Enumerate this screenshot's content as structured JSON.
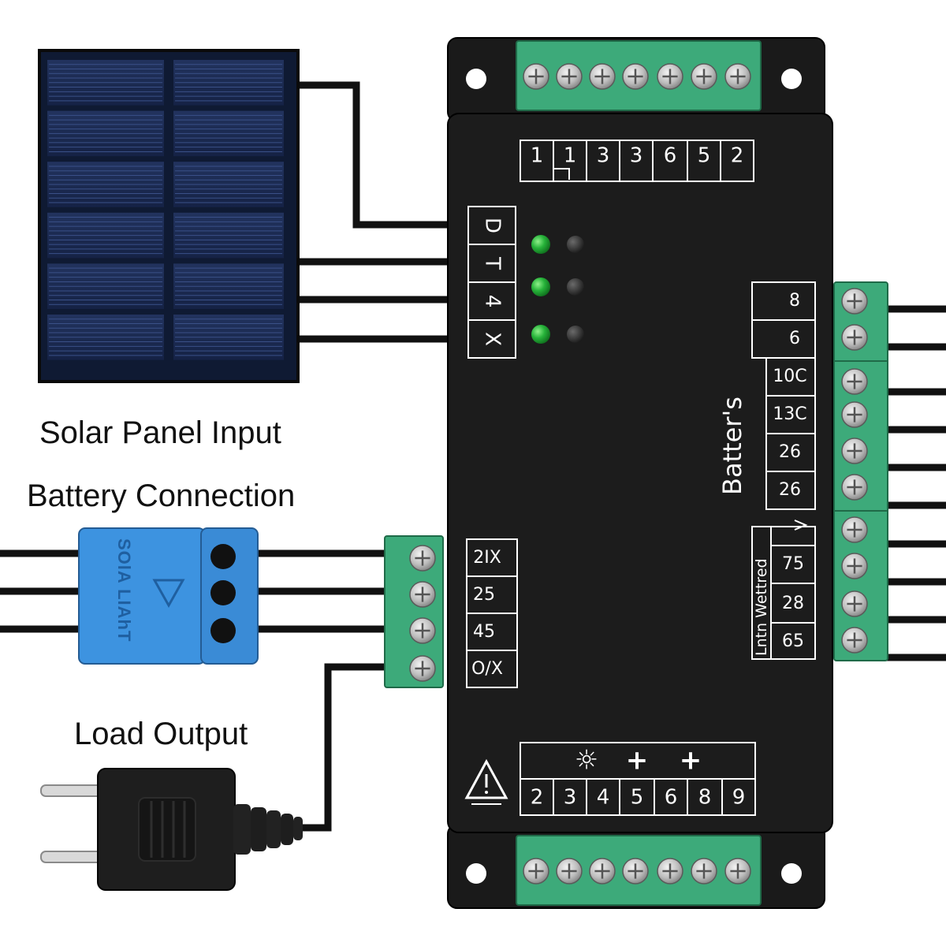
{
  "labels": {
    "solar": "Solar Panel Input",
    "battery": "Battery Connection",
    "load": "Load Output"
  },
  "connector_text": "SOlA LIAhT",
  "top_terminal_numbers": [
    "1",
    "1",
    "3",
    "3",
    "6",
    "5",
    "2"
  ],
  "left_status_labels": [
    "D",
    "T",
    "4",
    "X"
  ],
  "left_lower_labels": [
    "2IX",
    "25",
    "45",
    "O/X"
  ],
  "right_terminal_labels": [
    "8",
    "6",
    "10C",
    "13C",
    "26",
    "26",
    "75",
    "28",
    "65"
  ],
  "right_vertical_label": "Batter's",
  "right_lower_vertical_label": "Lntn Wettred",
  "bottom_symbols": [
    "☼",
    "+",
    "+"
  ],
  "bottom_terminal_numbers": [
    "2",
    "3",
    "4",
    "5",
    "6",
    "8",
    "9"
  ],
  "warning_symbol": "⚠",
  "led_status": [
    {
      "left": "green",
      "right": "off"
    },
    {
      "left": "green",
      "right": "off"
    },
    {
      "left": "green",
      "right": "off"
    }
  ],
  "colors": {
    "module_body": "#1c1c1c",
    "terminal_green": "#3daa7a",
    "led_green": "#27b33a",
    "connector_blue": "#3d93e0",
    "wire": "#111111"
  }
}
